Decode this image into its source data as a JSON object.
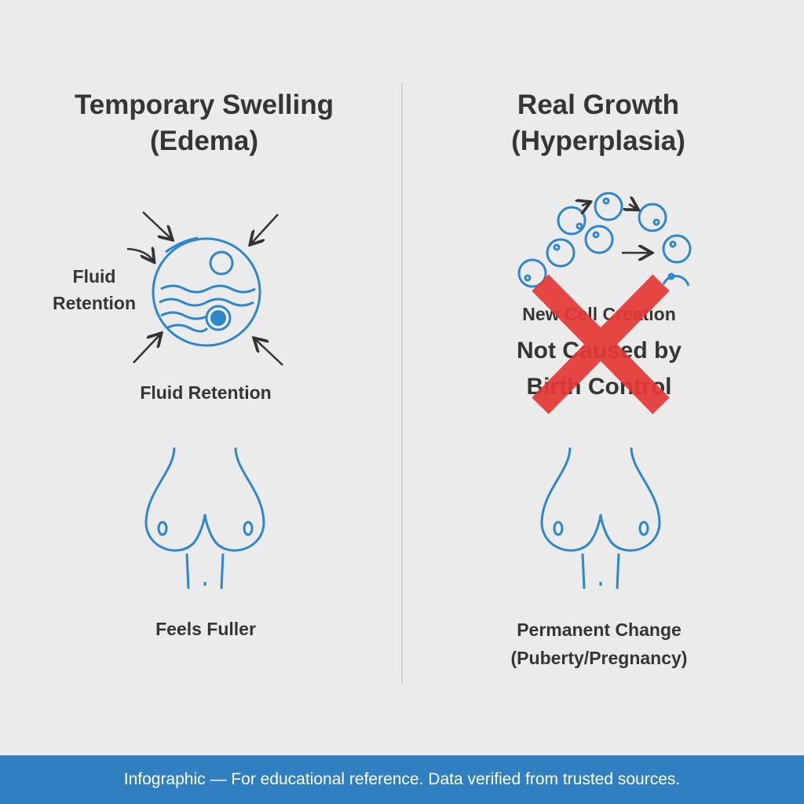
{
  "left": {
    "title_line1": "Temporary Swelling",
    "title_line2": "(Edema)",
    "side_label_line1": "Fluid",
    "side_label_line2": "Retention",
    "icon_caption": "Fluid Retention",
    "bottom_caption": "Feels Fuller"
  },
  "right": {
    "title_line1": "Real Growth",
    "title_line2": "(Hyperplasia)",
    "icon_caption": "New Cell Creation",
    "overlay_line1": "Not Caused by",
    "overlay_line2": "Birth Control",
    "bottom_caption_line1": "Permanent Change",
    "bottom_caption_line2": "(Puberty/Pregnancy)"
  },
  "footer": {
    "text": "Infographic — For educational reference. Data verified from trusted sources."
  },
  "colors": {
    "background": "#ebebeb",
    "icon_blue": "#2f86c8",
    "cross_red": "#e53935",
    "footer_blue": "#2f7fc1",
    "text": "#353535"
  }
}
